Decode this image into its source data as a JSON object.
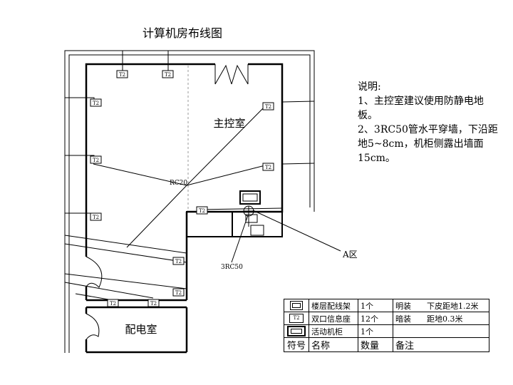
{
  "title": "计算机房布线图",
  "rooms": {
    "main_control": "主控室",
    "power": "配电室",
    "area_a": "A区"
  },
  "labels": {
    "rc20": "RC20",
    "rc50": "3RC50",
    "outlet": "T2"
  },
  "notes": {
    "heading": "说明:",
    "items": [
      " 1、主控室建议使用防静电地板。",
      " 2、3RC50管水平穿墙，下沿距地5~8cm，机柜侧露出墙面15cm。"
    ]
  },
  "legend": {
    "header": {
      "symbol": "符号",
      "name": "名称",
      "qty": "数量",
      "note": "备注"
    },
    "rows": [
      {
        "icon": "floor-distribution-rack-icon",
        "name": "楼层配线架",
        "qty": "1个",
        "install": "明装",
        "spec": "下皮距地1.2米"
      },
      {
        "icon": "dual-outlet-icon",
        "name": "双口信息座",
        "qty": "12个",
        "install": "暗装",
        "spec": "距地0.3米"
      },
      {
        "icon": "movable-cabinet-icon",
        "name": "活动机柜",
        "qty": "1个",
        "install": "",
        "spec": ""
      }
    ]
  }
}
